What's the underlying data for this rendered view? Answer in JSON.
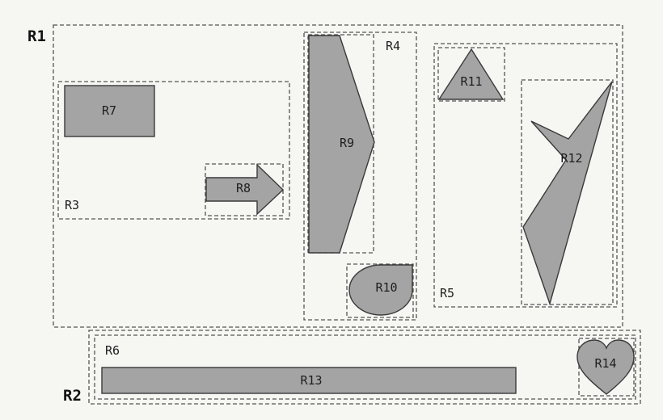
{
  "colors": {
    "background": "#f6f6f3",
    "shape_fill": "#a4a4a4",
    "stroke": "#3a3a3a"
  },
  "regions": {
    "r1": "R1",
    "r2": "R2",
    "r3": "R3",
    "r4": "R4",
    "r5": "R5",
    "r6": "R6",
    "r7": "R7",
    "r8": "R8",
    "r9": "R9",
    "r10": "R10",
    "r11": "R11",
    "r12": "R12",
    "r13": "R13",
    "r14": "R14"
  }
}
